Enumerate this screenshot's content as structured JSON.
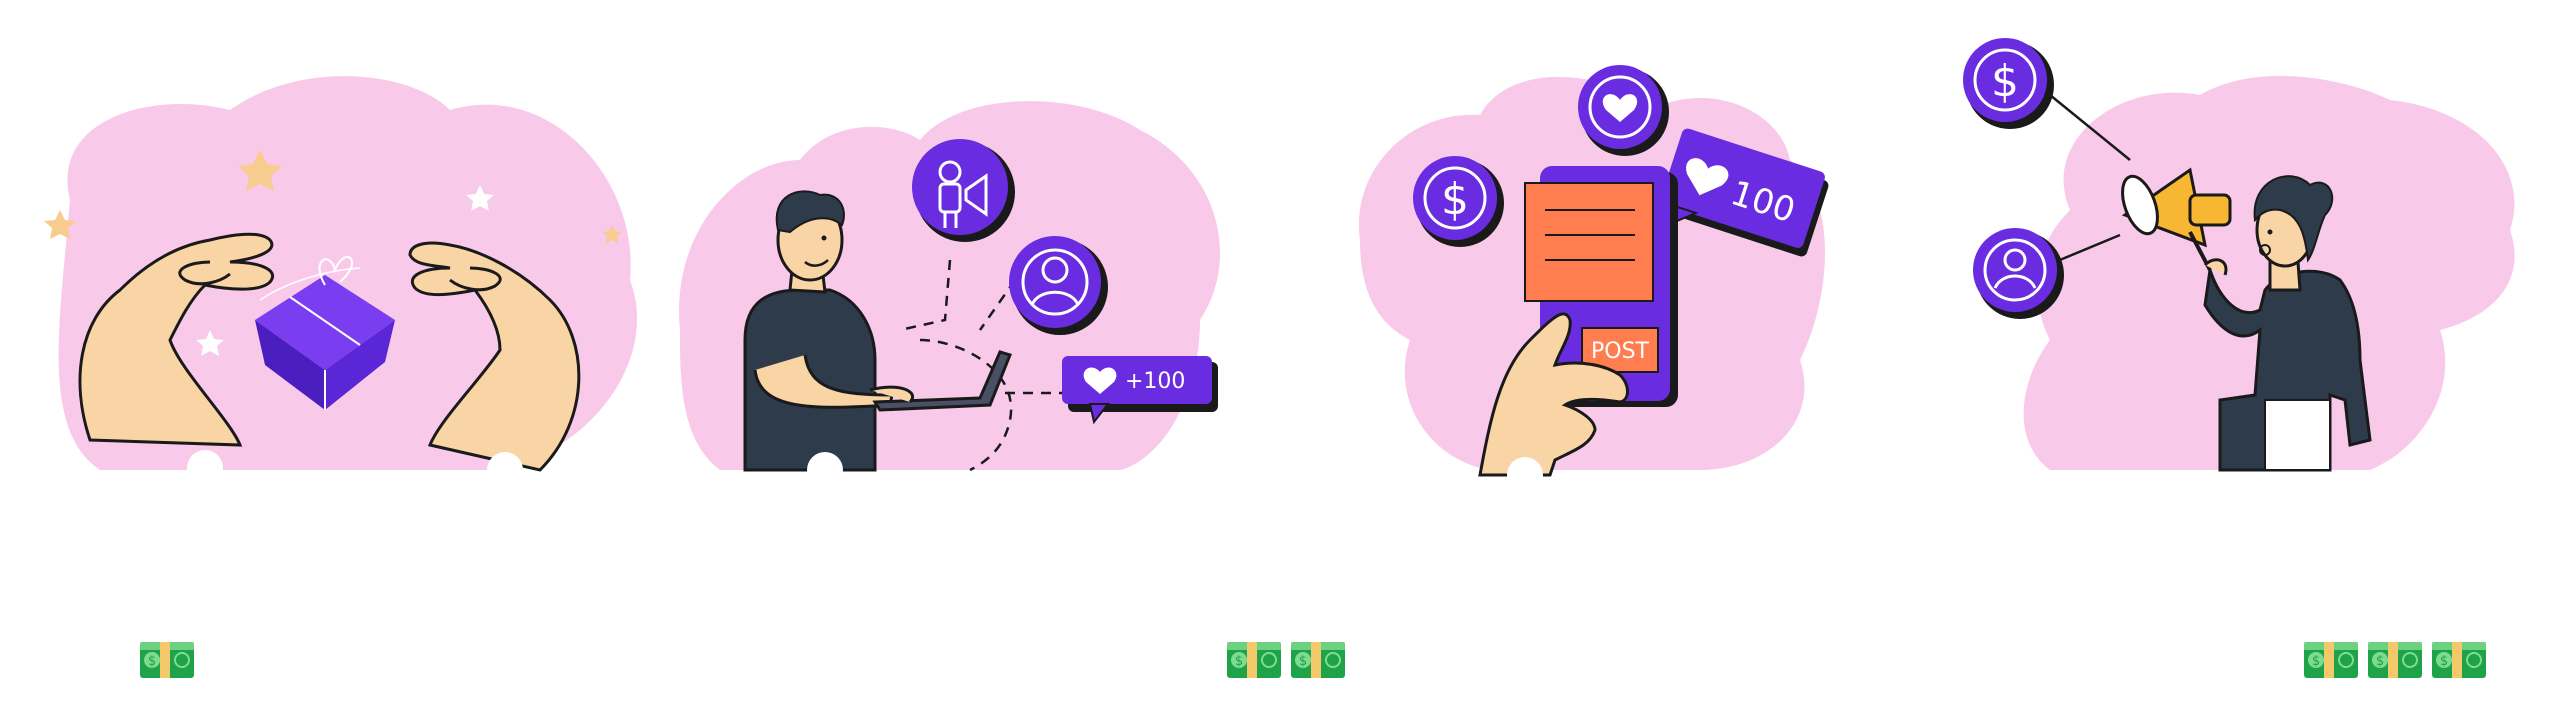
{
  "colors": {
    "blob": "#f9c9ea",
    "purple": "#6a2ce0",
    "purple_dark": "#3a1a9a",
    "skin": "#f9d4a5",
    "shirt": "#2e3b4a",
    "orange": "#ff7d4f",
    "megaphone": "#f7b733",
    "money_green": "#1fa34a",
    "money_light": "#7fdc8e"
  },
  "scene2": {
    "like_badge": "+100"
  },
  "scene3": {
    "post_label": "POST",
    "like_count": "100"
  },
  "money": {
    "group1": {
      "count": 1,
      "label": "money-icon"
    },
    "group2": {
      "count": 2,
      "label": "money-icon"
    },
    "group3": {
      "count": 3,
      "label": "money-icon"
    }
  }
}
